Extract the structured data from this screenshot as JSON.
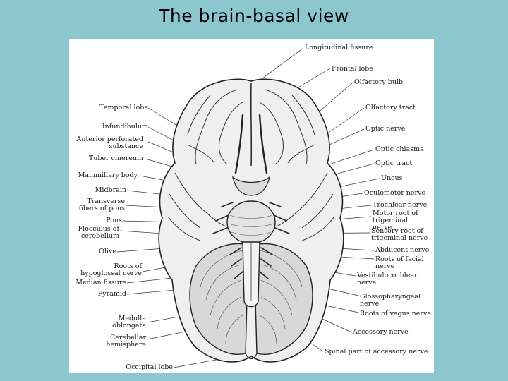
{
  "title": "The brain-basal view",
  "labels_left": [
    "Temporal lobe",
    "Infundibulum",
    "Anterior perforated substance",
    "Tuber cinereum",
    "Mammillary body",
    "Midbrain",
    "Transverse fibers of pons",
    "Pons",
    "Flocculus of cerebellum",
    "Olive",
    "Roots of hypoglossal nerve",
    "Median fissure",
    "Pyramid",
    "Medulla oblongata",
    "Cerebellar hemisphere",
    "Occipital lobe"
  ],
  "labels_right": [
    "Longitudinal fissure",
    "Frontal lobe",
    "Olfactory bulb",
    "Olfactory tract",
    "Optic nerve",
    "Optic chiasma",
    "Optic tract",
    "Uncus",
    "Oculomotor nerve",
    "Trochlear nerve",
    "Motor root of trigeminal nerve",
    "Sensory root of trigeminal nerve",
    "Abducent nerve",
    "Roots of facial nerve",
    "Vestibulocochlear nerve",
    "Glossopharyngeal nerve",
    "Roots of vagus nerve",
    "Accessory nerve",
    "Spinal part of accessory nerve"
  ]
}
